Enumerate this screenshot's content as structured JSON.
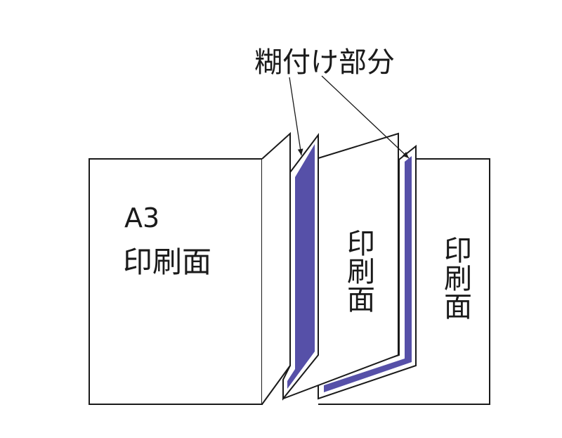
{
  "callout": "糊付け部分",
  "left_page": {
    "size": "A3",
    "label": "印刷面"
  },
  "middle_page": {
    "label": "印刷面"
  },
  "right_page": {
    "label": "印刷面"
  },
  "colors": {
    "glue": "#5650a8",
    "line": "#1a1a1a"
  }
}
